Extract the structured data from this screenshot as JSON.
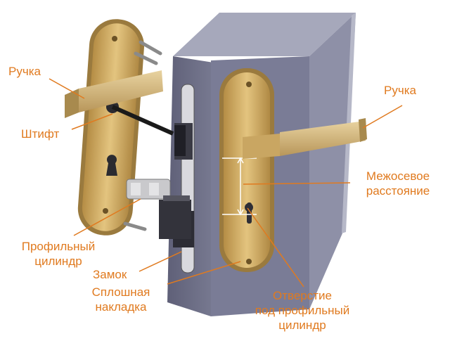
{
  "labels": {
    "handle_left": "Ручка",
    "pin": "Штифт",
    "profile_cylinder_line1": "Профильный",
    "profile_cylinder_line2": "цилиндр",
    "lock": "Замок",
    "solid_plate_line1": "Сплошная",
    "solid_plate_line2": "накладка",
    "handle_right": "Ручка",
    "center_distance_line1": "Межосевое",
    "center_distance_line2": "расстояние",
    "cylinder_hole_line1": "Отверстие",
    "cylinder_hole_line2": "под профильный",
    "cylinder_hole_line3": "цилиндр"
  },
  "colors": {
    "label_text": "#e07a1f",
    "leader_line": "#e07a1f",
    "door_front": "#6e6f86",
    "door_side": "#8d8fa6",
    "door_top": "#a3a5b8",
    "brass_plate": "#d4ae63",
    "brass_dark": "#a9843f",
    "handle": "#d6b878",
    "steel": "#8a8a8a"
  }
}
